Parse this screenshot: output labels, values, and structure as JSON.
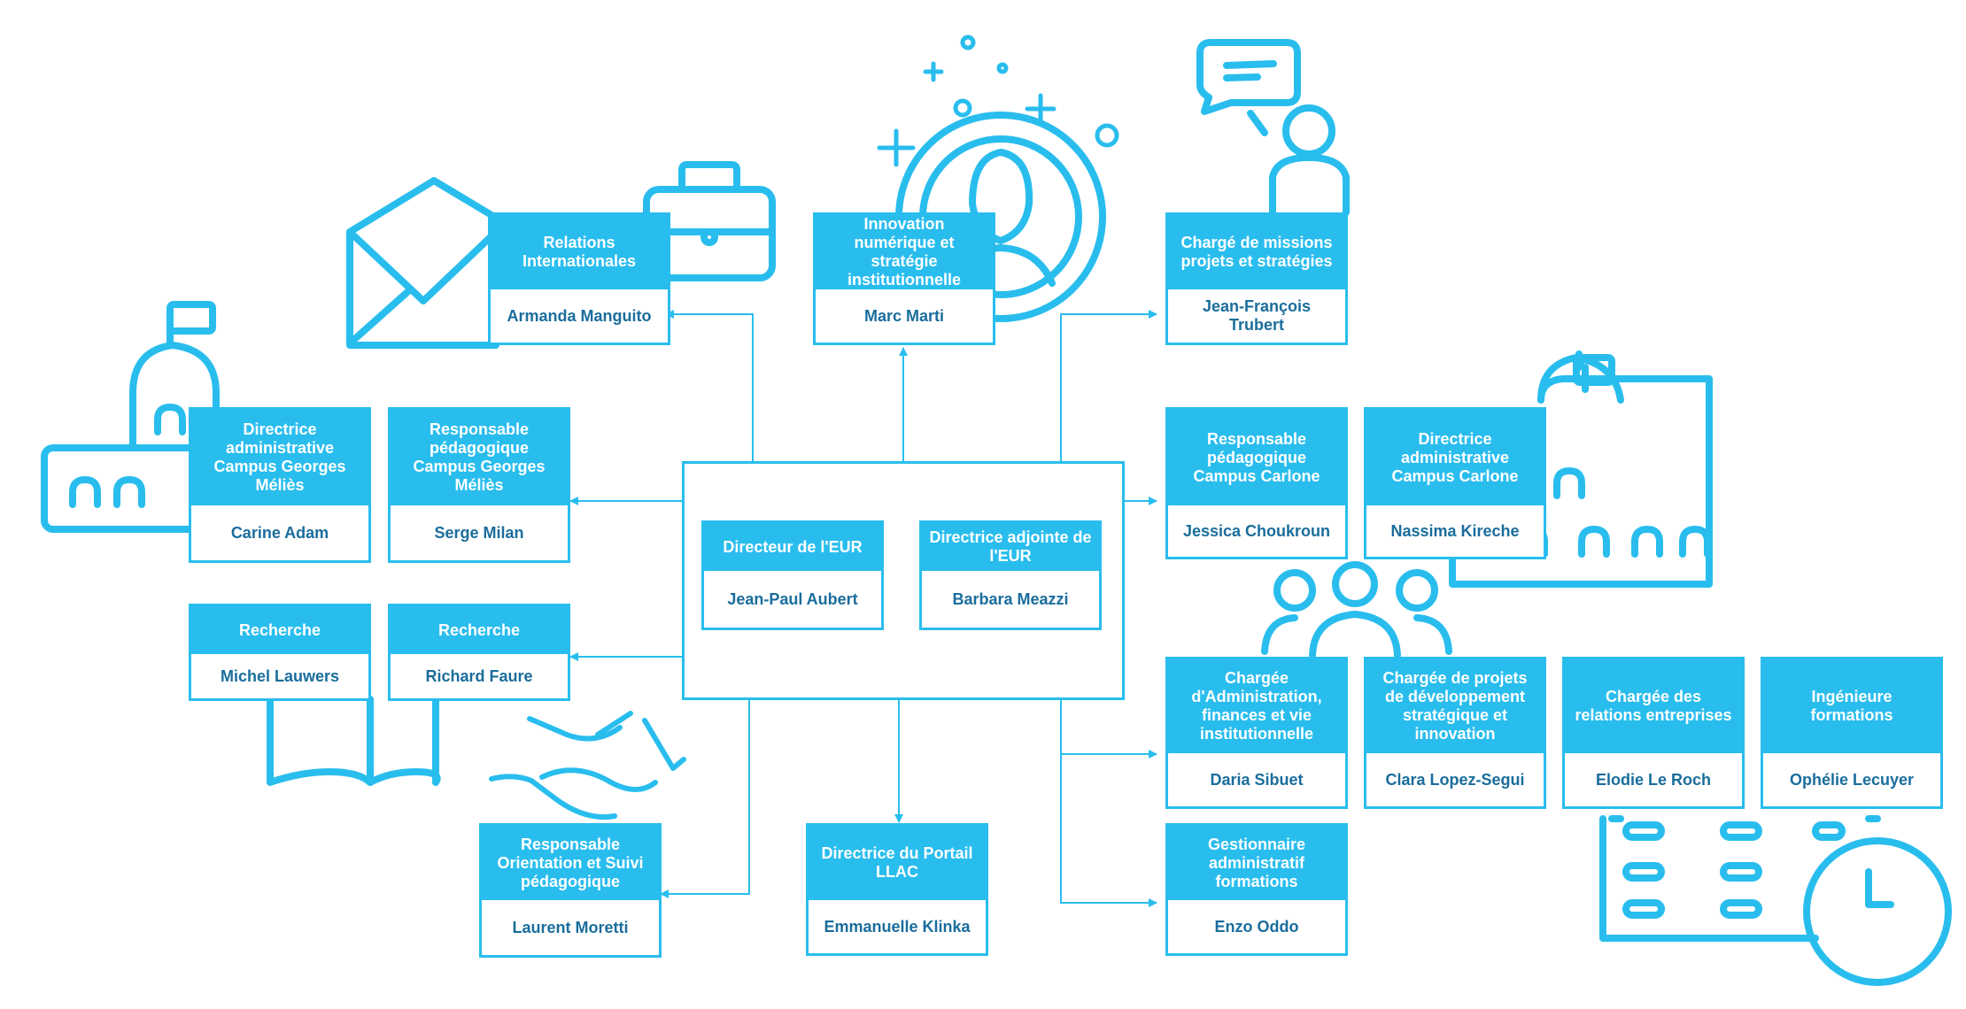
{
  "colors": {
    "accent": "#29bdee",
    "name_text": "#1a6d9c",
    "background": "#ffffff"
  },
  "icons": [
    "envelope-icon",
    "briefcase-icon",
    "gear-person-icon",
    "sparkle-icon",
    "chat-person-icon",
    "school-building-icon",
    "school-building-right-icon",
    "group-icon",
    "open-book-icon",
    "handshake-icon",
    "calendar-clock-icon"
  ],
  "chart_data": {
    "type": "org-chart",
    "center": [
      {
        "id": "directeur",
        "role": "Directeur de l'EUR",
        "name": "Jean-Paul Aubert"
      },
      {
        "id": "adjointe",
        "role": "Directrice adjointe de l'EUR",
        "name": "Barbara Meazzi"
      }
    ],
    "nodes": [
      {
        "id": "relations-int",
        "role": "Relations Internationales",
        "name": "Armanda Manguito"
      },
      {
        "id": "innovation",
        "role": "Innovation numérique et stratégie institutionnelle",
        "name": "Marc Marti"
      },
      {
        "id": "missions",
        "role": "Chargé de missions projets et stratégies",
        "name": "Jean-François Trubert"
      },
      {
        "id": "dir-adm-melies",
        "role": "Directrice administrative Campus Georges Méliès",
        "name": "Carine Adam"
      },
      {
        "id": "resp-peda-melies",
        "role": "Responsable pédagogique Campus Georges Méliès",
        "name": "Serge Milan"
      },
      {
        "id": "resp-peda-carlone",
        "role": "Responsable pédagogique Campus Carlone",
        "name": "Jessica Choukroun"
      },
      {
        "id": "dir-adm-carlone",
        "role": "Directrice administrative Campus Carlone",
        "name": "Nassima Kireche"
      },
      {
        "id": "recherche-1",
        "role": "Recherche",
        "name": "Michel Lauwers"
      },
      {
        "id": "recherche-2",
        "role": "Recherche",
        "name": "Richard Faure"
      },
      {
        "id": "admin-finances",
        "role": "Chargée d'Administration, finances et vie institutionnelle",
        "name": "Daria Sibuet"
      },
      {
        "id": "projets-dev",
        "role": "Chargée de projets de développement stratégique et innovation",
        "name": "Clara Lopez-Segui"
      },
      {
        "id": "relations-ent",
        "role": "Chargée des relations entreprises",
        "name": "Elodie Le Roch"
      },
      {
        "id": "ingenieure",
        "role": "Ingénieure formations",
        "name": "Ophélie Lecuyer"
      },
      {
        "id": "orientation",
        "role": "Responsable Orientation et Suivi pédagogique",
        "name": "Laurent Moretti"
      },
      {
        "id": "portail",
        "role": "Directrice du Portail LLAC",
        "name": "Emmanuelle Klinka"
      },
      {
        "id": "gestionnaire",
        "role": "Gestionnaire administratif formations",
        "name": "Enzo Oddo"
      }
    ]
  }
}
